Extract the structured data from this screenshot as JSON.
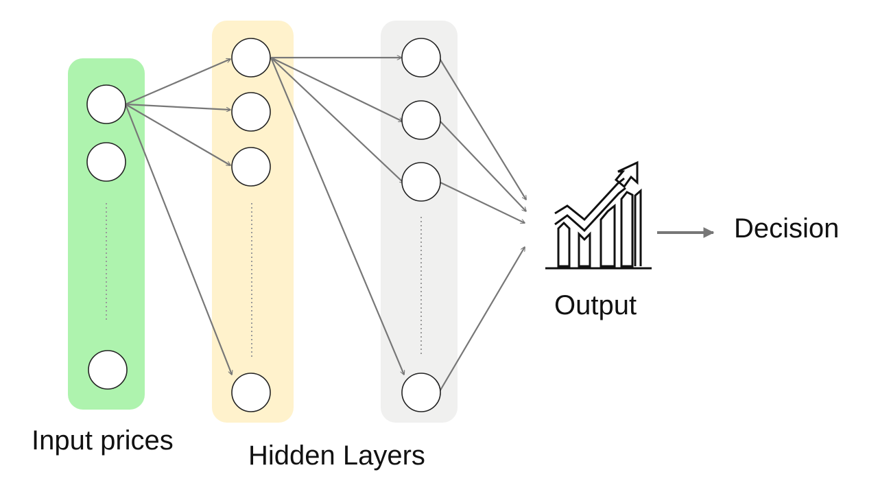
{
  "labels": {
    "input": "Input prices",
    "hidden": "Hidden Layers",
    "output": "Output",
    "decision": "Decision"
  },
  "colors": {
    "input_band": "#aef3ae",
    "hidden_band_1": "#fff2cc",
    "hidden_band_2": "#f0f0ef",
    "arrow": "#777777",
    "node_fill": "#ffffff",
    "node_stroke": "#222222",
    "icon": "#111111"
  },
  "icons": {
    "output": "growth-chart-icon",
    "decision_arrow": "arrow-right-icon"
  }
}
